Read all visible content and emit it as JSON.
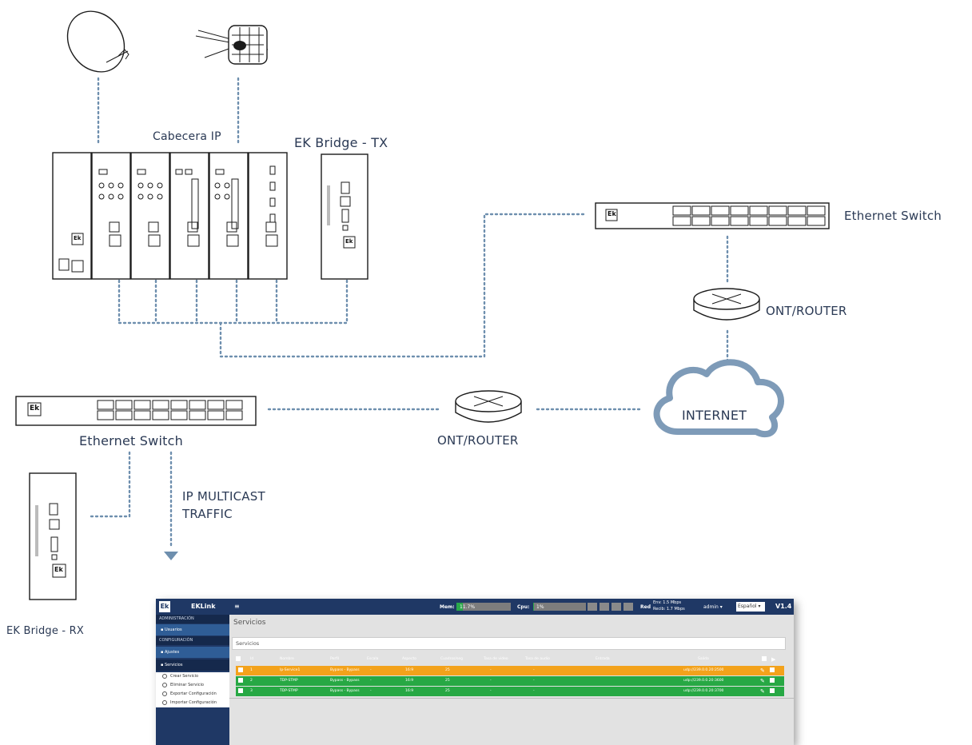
{
  "diagram": {
    "labels": {
      "headend": "Cabecera IP",
      "bridge_tx": "EK Bridge - TX",
      "switch_top": "Ethernet Switch",
      "router_top": "ONT/ROUTER",
      "internet": "INTERNET",
      "switch_bottom": "Ethernet Switch",
      "router_bottom": "ONT/ROUTER",
      "multicast_line1": "IP MULTICAST",
      "multicast_line2": "TRAFFIC",
      "bridge_rx": "EK Bridge - RX",
      "ek_logo": "Ek"
    },
    "colors": {
      "line": "#6e8fae",
      "label": "#2b3a55",
      "cloud": "#7e9bb8"
    }
  },
  "screenshot": {
    "app": {
      "logo": "Ek",
      "name": "EKLink",
      "menu_icon": "≡",
      "version": "V1.4"
    },
    "stats": {
      "mem_label": "Mem:",
      "mem_value": "11.7%",
      "cpu_label": "Cpu:",
      "cpu_value": "1%",
      "red_label": "Red",
      "env": "Env: 1.5 Mbps",
      "recib": "Recib: 1.7 Mbps"
    },
    "user": "admin ▾",
    "language": "Español ▾",
    "sidebar": {
      "sections": [
        "ADMINISTRACIÓN",
        "CONFIGURACIÓN"
      ],
      "items": [
        "Usuarios",
        "Ajustes",
        "Servicios"
      ],
      "subitems": [
        "Crear Servicio",
        "Eliminar Servicio",
        "Exportar Configuración",
        "Importar Configuración"
      ]
    },
    "page_title": "Servicios",
    "panel_title": "Servicios",
    "table": {
      "headers": [
        "Id",
        "Nombre",
        "Perfil",
        "Escala",
        "Aspecto",
        "Cuadros/seg",
        "Tasa de video",
        "Tasa de audio",
        "Entrada",
        "Salida"
      ],
      "rows": [
        {
          "id": "1",
          "nombre": "Ip-Service1",
          "perfil": "Bypass - Bypass",
          "escala": "-",
          "aspecto": "16:9",
          "cuadros": "25",
          "video": "-",
          "audio": "-",
          "entrada": "",
          "salida": "udp://239.0.0.20:2500",
          "color": "#f3a21b"
        },
        {
          "id": "2",
          "nombre": "TDP-STMP",
          "perfil": "Bypass - Bypass",
          "escala": "-",
          "aspecto": "16:9",
          "cuadros": "25",
          "video": "-",
          "audio": "-",
          "entrada": "",
          "salida": "udp://239.0.0.20:3600",
          "color": "#27a844"
        },
        {
          "id": "3",
          "nombre": "TDP-STMP",
          "perfil": "Bypass - Bypass",
          "escala": "-",
          "aspecto": "16:9",
          "cuadros": "25",
          "video": "-",
          "audio": "-",
          "entrada": "",
          "salida": "udp://239.0.0.20:3700",
          "color": "#27a844"
        }
      ]
    }
  }
}
